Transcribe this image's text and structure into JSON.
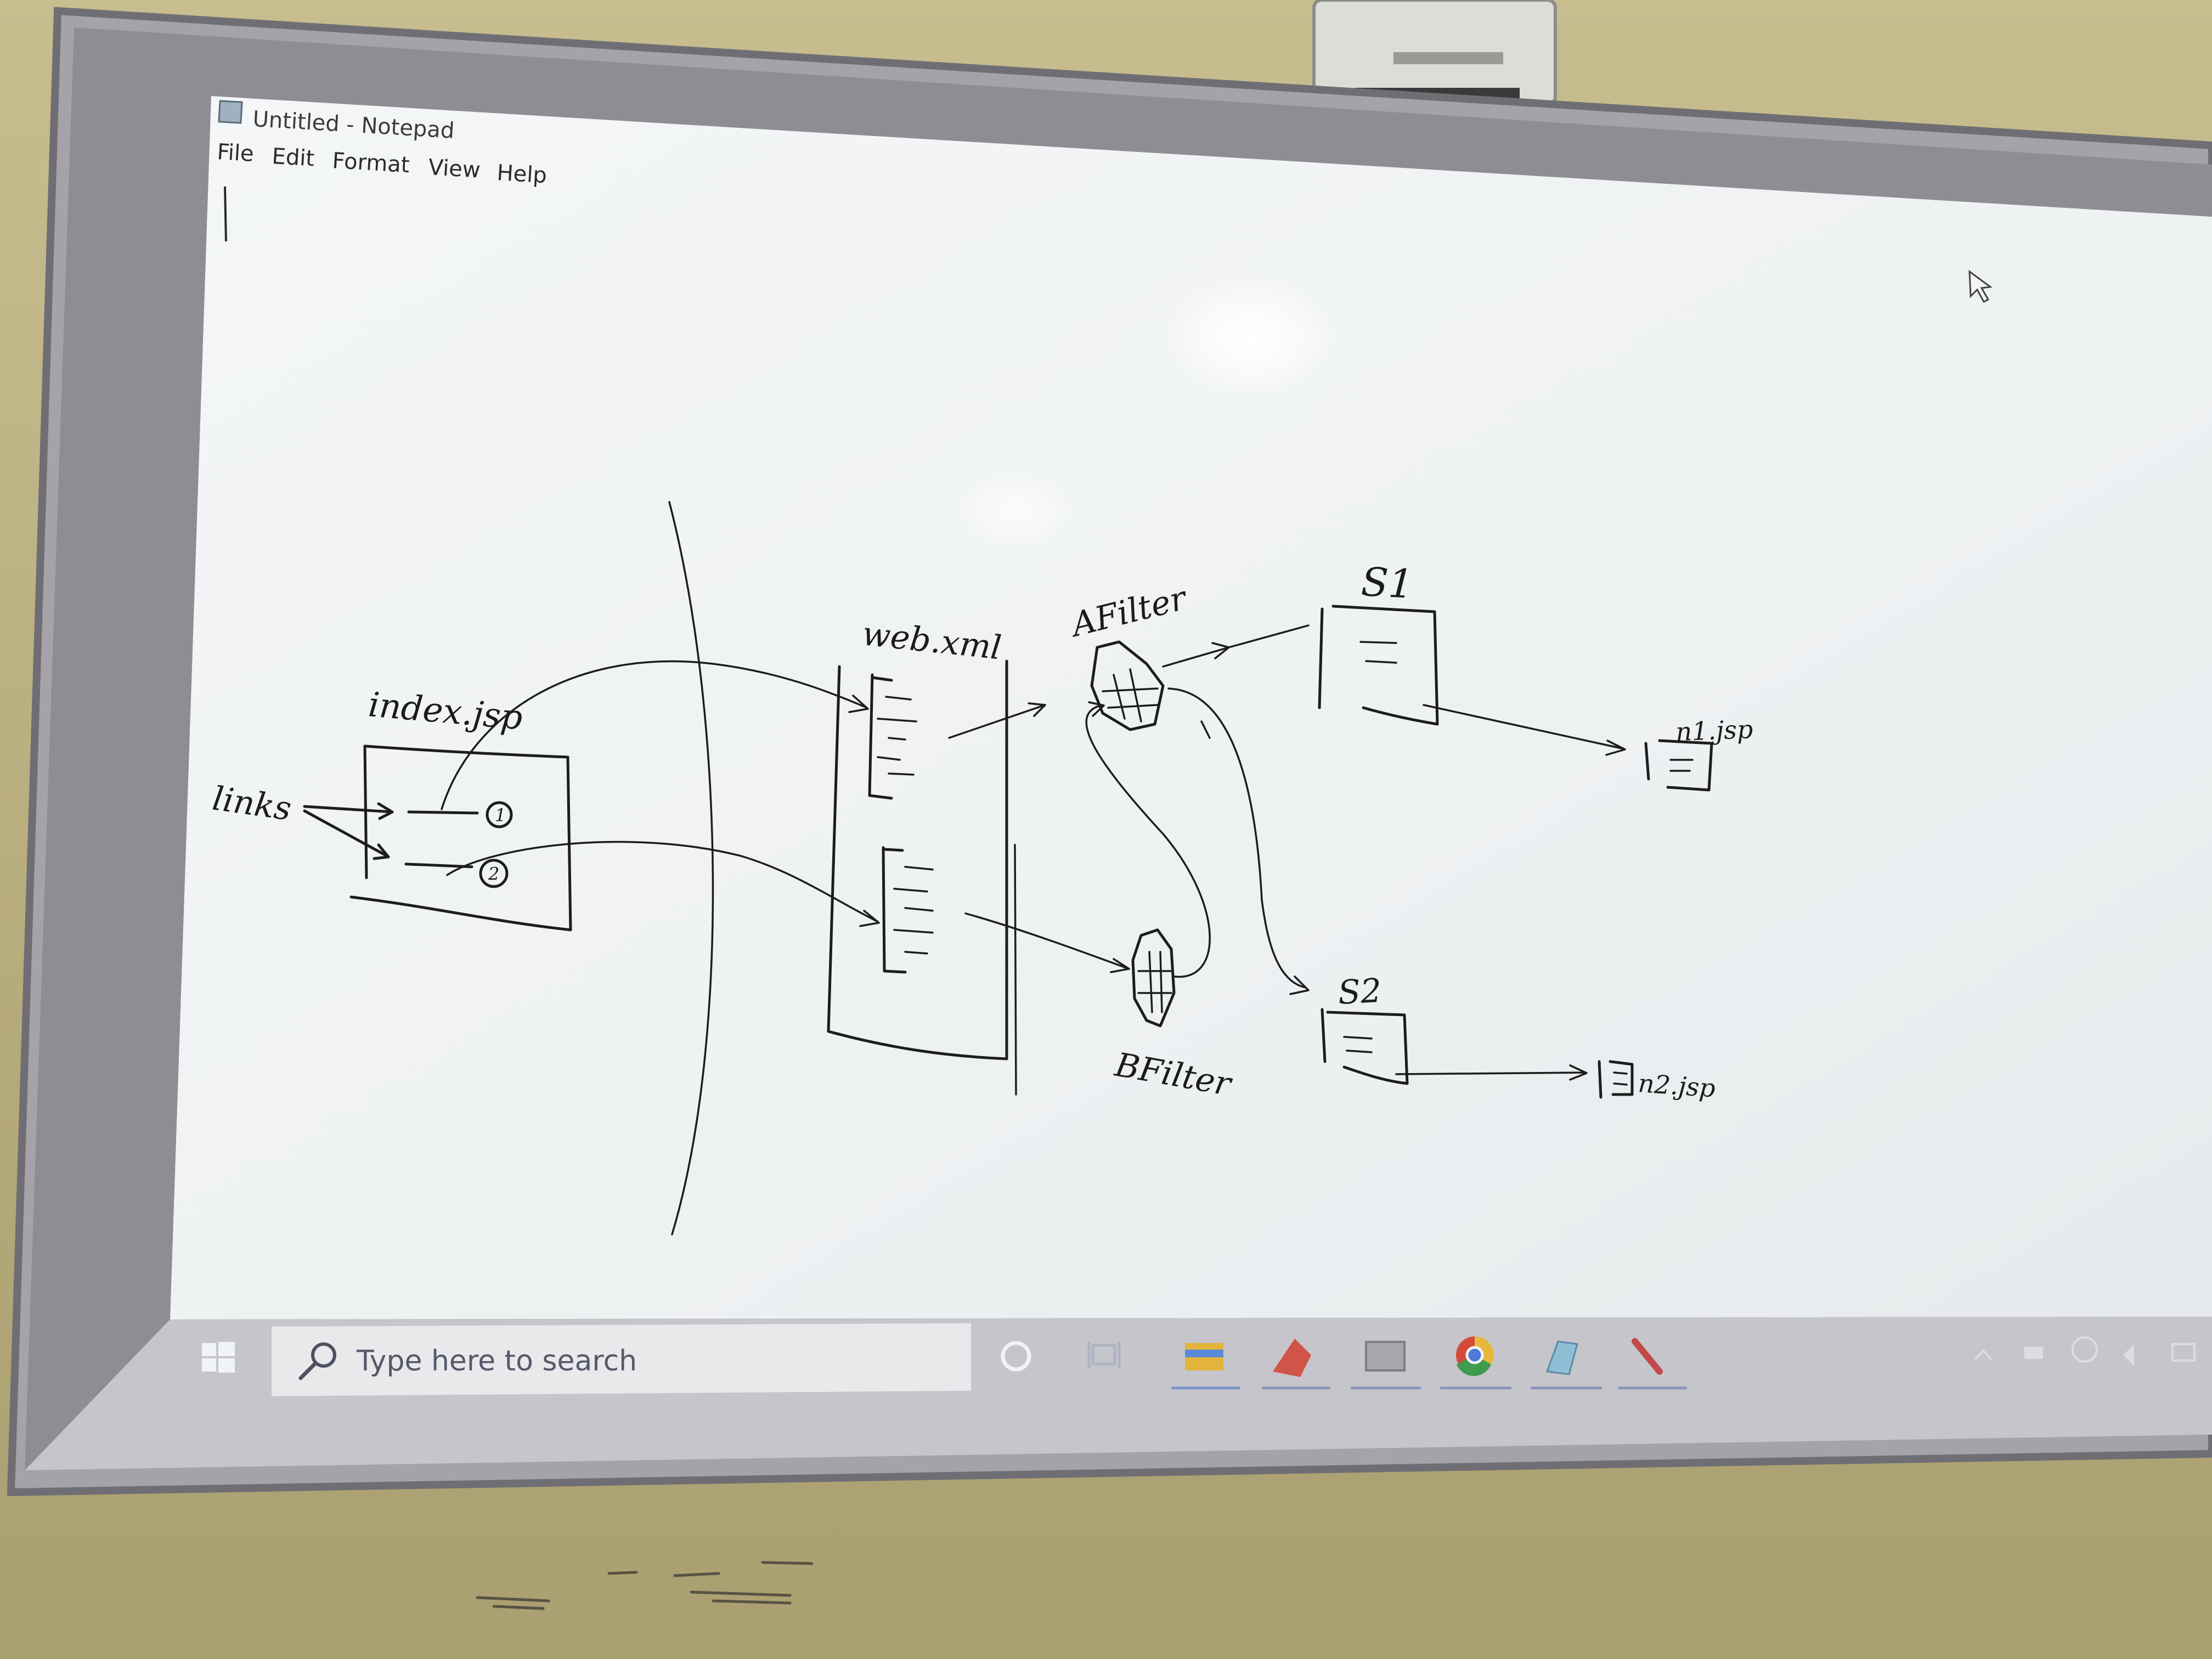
{
  "notepad": {
    "title": "Untitled - Notepad",
    "menu": [
      "File",
      "Edit",
      "Format",
      "View",
      "Help"
    ]
  },
  "whiteboard": {
    "labels": {
      "links": "links",
      "index_jsp": "index.jsp",
      "web_xml": "web.xml",
      "afilter": "AFilter",
      "bfilter": "BFilter",
      "s1": "S1",
      "s2": "S2",
      "n1_jsp": "n1.jsp",
      "n2_jsp": "n2.jsp",
      "one": "1",
      "two": "2"
    }
  },
  "taskbar": {
    "search_placeholder": "Type here to search",
    "icons": [
      "windows-start-icon",
      "search-icon",
      "cortana-icon",
      "task-view-icon",
      "file-explorer-icon",
      "app-icon-1",
      "app-icon-2",
      "chrome-icon",
      "app-icon-3",
      "app-icon-4"
    ]
  },
  "colors": {
    "wall": "#b8ad7e",
    "board_frame": "#8f8e93",
    "board_surface": "#eef1f3",
    "taskbar": "#c9c9cd",
    "ink": "#1d1d1d"
  }
}
